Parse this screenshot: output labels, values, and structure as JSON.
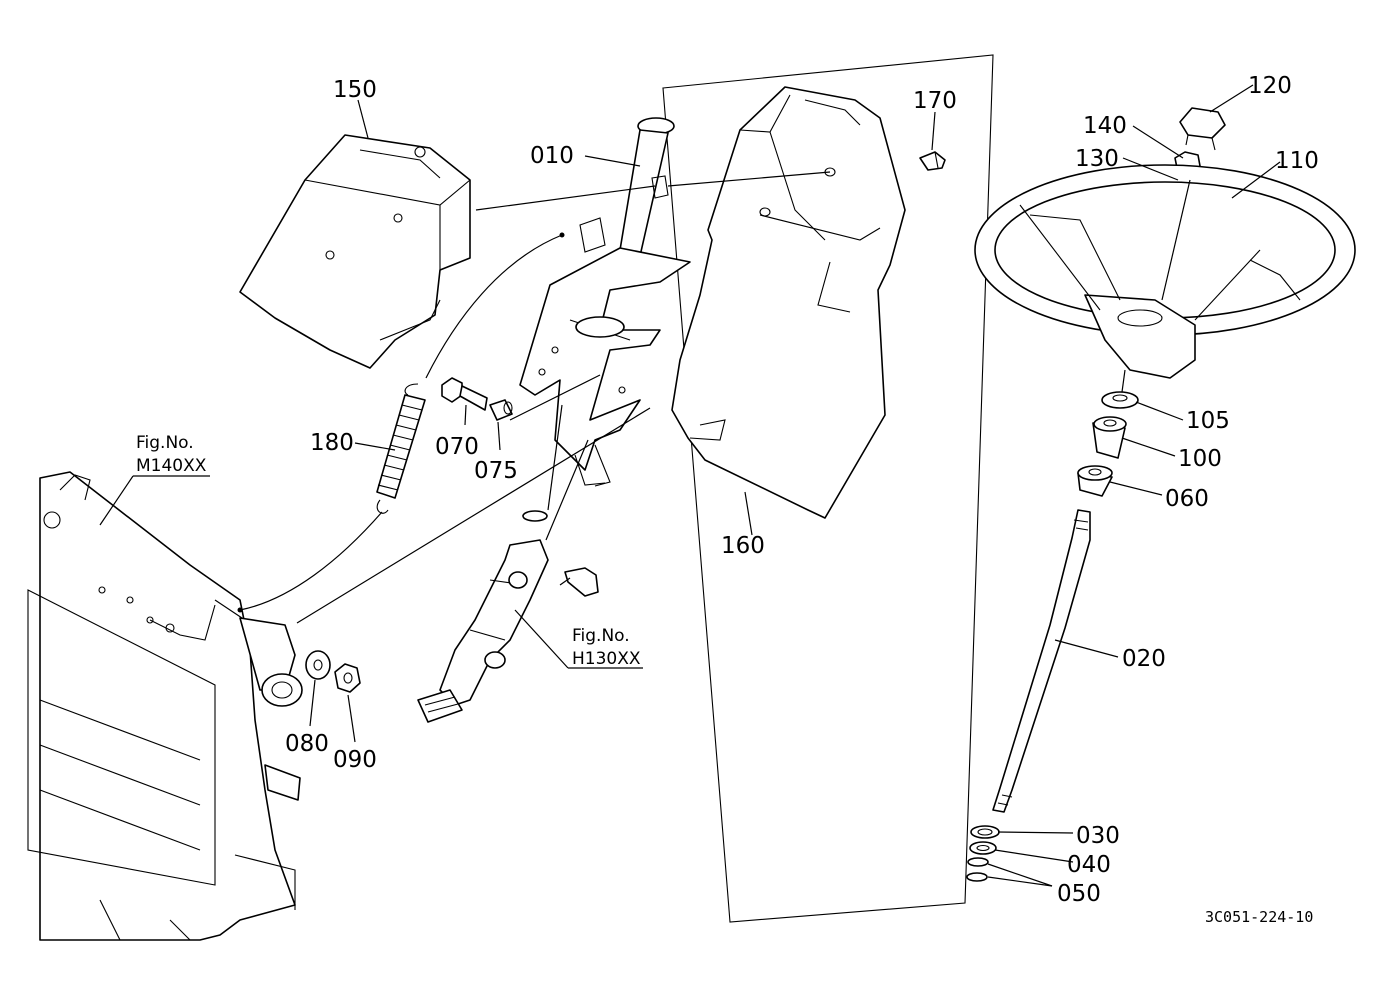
{
  "labels": {
    "p010": "010",
    "p020": "020",
    "p030": "030",
    "p040": "040",
    "p050": "050",
    "p060": "060",
    "p070": "070",
    "p075": "075",
    "p080": "080",
    "p090": "090",
    "p100": "100",
    "p105": "105",
    "p110": "110",
    "p120": "120",
    "p130": "130",
    "p140": "140",
    "p150": "150",
    "p160": "160",
    "p170": "170",
    "p180": "180"
  },
  "figure_refs": {
    "m140_title": "Fig.No.",
    "m140_code": "M140XX",
    "h130_title": "Fig.No.",
    "h130_code": "H130XX"
  },
  "drawing_code": "3C051-224-10"
}
